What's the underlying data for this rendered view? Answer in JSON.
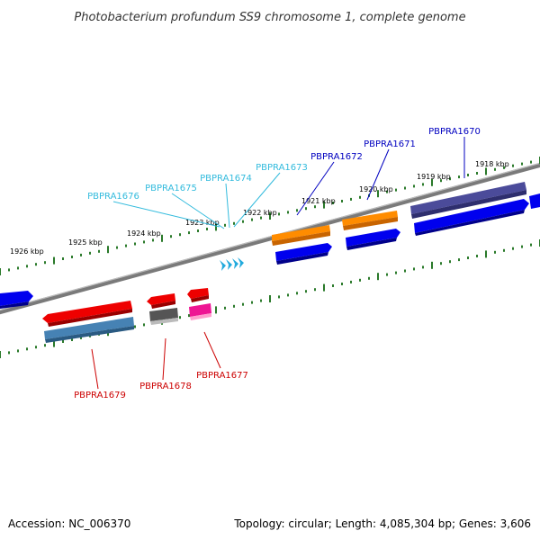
{
  "title": "Photobacterium profundum SS9 chromosome 1, complete genome",
  "ticks": [
    "1926 kbp",
    "1925 kbp",
    "1924 kbp",
    "1923 kbp",
    "1922 kbp",
    "1921 kbp",
    "1920 kbp",
    "1919 kbp",
    "1918 kbp"
  ],
  "genes": [
    {
      "id": "PBPRA1670",
      "color": "#0000c0"
    },
    {
      "id": "PBPRA1671",
      "color": "#0000c0"
    },
    {
      "id": "PBPRA1672",
      "color": "#0000c0"
    },
    {
      "id": "PBPRA1673",
      "color": "#33bbdd"
    },
    {
      "id": "PBPRA1674",
      "color": "#33bbdd"
    },
    {
      "id": "PBPRA1675",
      "color": "#33bbdd"
    },
    {
      "id": "PBPRA1676",
      "color": "#33bbdd"
    },
    {
      "id": "PBPRA1677",
      "color": "#cc0000"
    },
    {
      "id": "PBPRA1678",
      "color": "#cc0000"
    },
    {
      "id": "PBPRA1679",
      "color": "#cc0000"
    }
  ],
  "footer": {
    "accession": "Accession: NC_006370",
    "topology": "Topology: circular; Length: 4,085,304 bp; Genes: 3,606"
  }
}
